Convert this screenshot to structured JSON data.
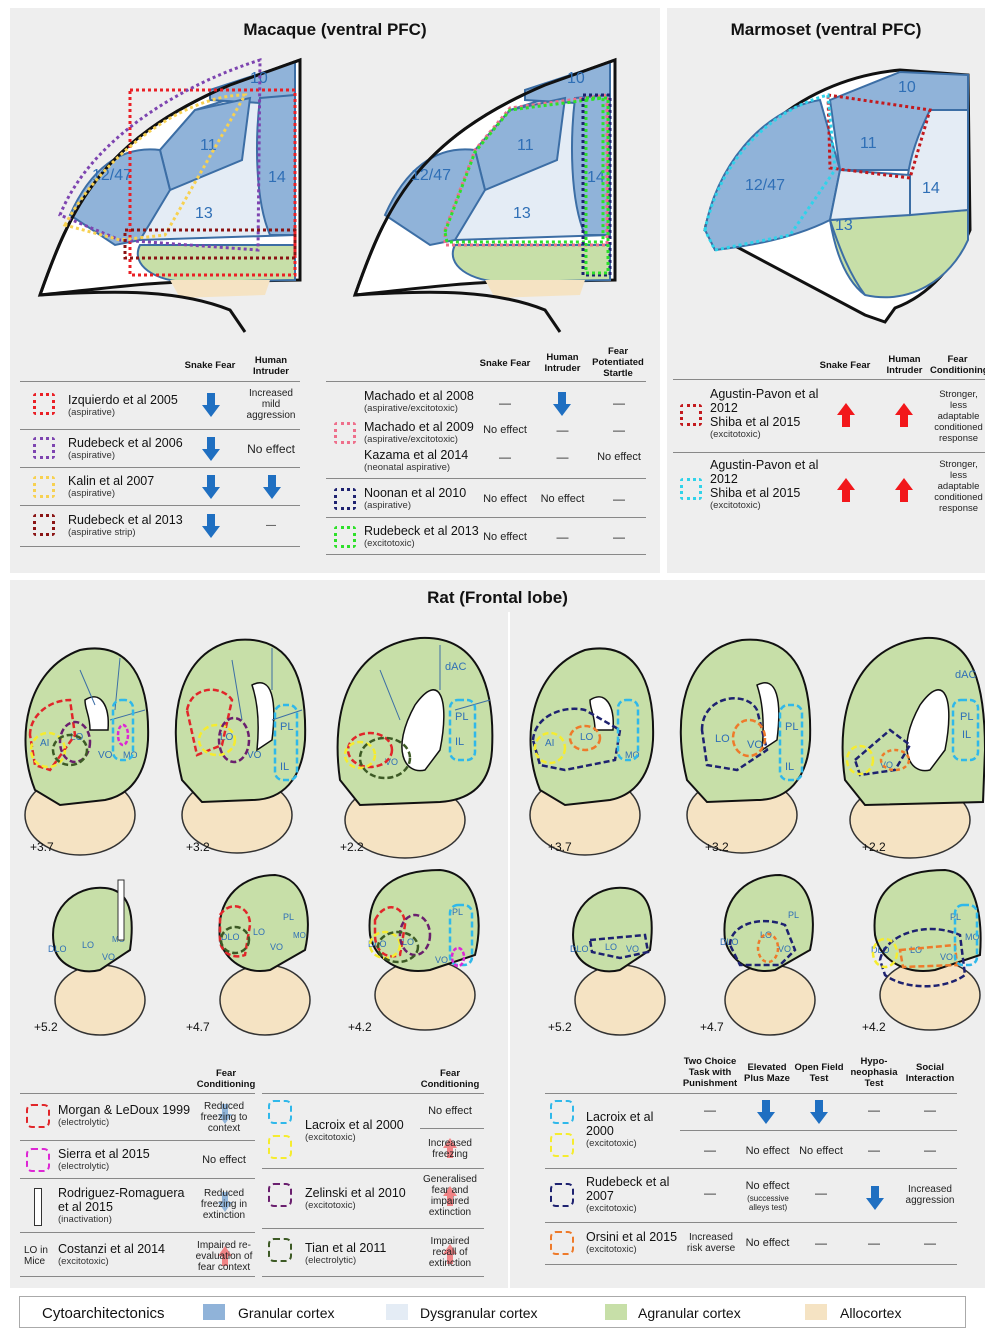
{
  "colors": {
    "granular": "#90b3d9",
    "dysgranular": "#e4ecf5",
    "agranular": "#c7dfa8",
    "allocortex": "#f5e3c3",
    "arrow_down": "#1f6fc1",
    "arrow_up": "#f2171b"
  },
  "macaque": {
    "title": "Macaque (ventral PFC)",
    "areas": [
      "10",
      "11",
      "12/47",
      "13",
      "14"
    ],
    "table1": {
      "headers": [
        "Snake Fear",
        "Human Intruder"
      ],
      "rows": [
        {
          "color": "#ea1f25",
          "author": "Izquierdo et al 2005",
          "method": "(aspirative)",
          "snake": "down",
          "intruder": "Increased mild aggression"
        },
        {
          "color": "#7d44b0",
          "author": "Rudebeck et al 2006",
          "method": "(aspirative)",
          "snake": "down",
          "intruder": "No effect"
        },
        {
          "color": "#f7d151",
          "author": "Kalin et al 2007",
          "method": "(aspirative)",
          "snake": "down",
          "intruder": "down"
        },
        {
          "color": "#8a1414",
          "author": "Rudebeck et al 2013",
          "method": "(aspirative strip)",
          "snake": "down",
          "intruder": "—"
        }
      ]
    },
    "table2": {
      "headers": [
        "Snake Fear",
        "Human Intruder",
        "Fear Potentiated Startle"
      ],
      "rows": [
        {
          "color": "#ee6f8b",
          "items": [
            {
              "author": "Machado et al 2008",
              "method": "(aspirative/excitotoxic)",
              "snake": "—",
              "intruder": "down",
              "startle": "—"
            },
            {
              "author": "Machado et al 2009",
              "method": "(aspirative/excitotoxic)",
              "snake": "No effect",
              "intruder": "—",
              "startle": "—"
            },
            {
              "author": "Kazama et al 2014",
              "method": "(neonatal aspirative)",
              "snake": "—",
              "intruder": "—",
              "startle": "No effect"
            }
          ]
        },
        {
          "color": "#1e2270",
          "author": "Noonan et al 2010",
          "method": "(aspirative)",
          "snake": "No effect",
          "intruder": "No effect",
          "startle": "—"
        },
        {
          "color": "#2ee02a",
          "author": "Rudebeck et al 2013",
          "method": "(excitotoxic)",
          "snake": "No effect",
          "intruder": "—",
          "startle": "—"
        }
      ]
    }
  },
  "marmoset": {
    "title": "Marmoset (ventral PFC)",
    "areas": [
      "10",
      "11",
      "12/47",
      "13",
      "14"
    ],
    "headers": [
      "Snake Fear",
      "Human Intruder",
      "Fear Conditioning"
    ],
    "rows": [
      {
        "color": "#c3191d",
        "author1": "Agustin-Pavon et al",
        "author2": "2012",
        "author3": "Shiba et al 2015",
        "method": "(excitotoxic)",
        "snake": "up",
        "intruder": "up",
        "fear": "Stronger, less adaptable conditioned response"
      },
      {
        "color": "#2fd3ea",
        "author1": "Agustin-Pavon et al",
        "author2": "2012",
        "author3": "Shiba et al 2015",
        "method": "(excitotoxic)",
        "snake": "up",
        "intruder": "up",
        "fear": "Stronger, less adaptable conditioned response"
      }
    ]
  },
  "rat": {
    "title": "Rat (Frontal lobe)",
    "sections_top": [
      "+3.7",
      "+3.2",
      "+2.2"
    ],
    "sections_bottom": [
      "+5.2",
      "+4.7",
      "+4.2"
    ],
    "region_labels": {
      "AI": "AI",
      "LO": "LO",
      "VO": "VO",
      "MO": "MO",
      "PL": "PL",
      "IL": "IL",
      "dAC": "dAC",
      "DLO": "DLO"
    },
    "left_table": {
      "header": "Fear Conditioning",
      "col1": [
        {
          "color": "#e1262a",
          "author": "Morgan & LeDoux 1999",
          "method": "(electrolytic)",
          "effect": "Reduced freezing to context",
          "arrow": "down"
        },
        {
          "color": "#dd27d4",
          "author": "Sierra et al 2015",
          "method": "(electrolytic)",
          "effect": "No effect",
          "arrow": ""
        },
        {
          "color": "#ffffff",
          "author": "Rodriguez-Romaguera et al 2015",
          "method": "(inactivation)",
          "effect": "Reduced freezing in extinction",
          "arrow": "down"
        },
        {
          "color": "",
          "prefix": "LO in Mice",
          "author": "Costanzi et al 2014",
          "method": "(excitotoxic)",
          "effect": "Impaired re-evaluation of fear context",
          "arrow": "up"
        }
      ],
      "col2": [
        {
          "color": "#2fb8ea",
          "author": "Lacroix et al 2000",
          "method": "(excitotoxic)",
          "effect": "No effect",
          "arrow": ""
        },
        {
          "color": "#f5ec2f",
          "author": "",
          "method": "",
          "effect": "Increased freezing",
          "arrow": "up"
        },
        {
          "color": "#6a1f6e",
          "author": "Zelinski et al 2010",
          "method": "(excitotoxic)",
          "effect": "Generalised fear and impaired extinction",
          "arrow": "up"
        },
        {
          "color": "#3d5a25",
          "author": "Tian et al 2011",
          "method": "(electrolytic)",
          "effect": "Impaired recall of extinction",
          "arrow": "up"
        }
      ]
    },
    "right_table": {
      "headers": [
        "Two Choice Task with Punishment",
        "Elevated Plus Maze",
        "Open Field Test",
        "Hypo-neophasia Test",
        "Social Interaction"
      ],
      "rows": [
        {
          "color": "#2fb8ea",
          "author": "Lacroix et al 2000",
          "method": "(excitotoxic)",
          "cells": [
            "—",
            "down",
            "down",
            "—",
            "—"
          ]
        },
        {
          "color": "#f5ec2f",
          "author": "",
          "method": "",
          "cells": [
            "—",
            "No effect",
            "No effect",
            "—",
            "—"
          ]
        },
        {
          "color": "#1e2270",
          "author": "Rudebeck et al 2007",
          "method": "(excitotoxic)",
          "cells": [
            "—",
            "No effect",
            "—",
            "down",
            "Increased aggression"
          ],
          "note": "(successive alleys test)"
        },
        {
          "color": "#ee7a2a",
          "author": "Orsini et al 2015",
          "method": "(excitotoxic)",
          "cells": [
            "Increased risk averse",
            "No effect",
            "—",
            "—",
            "—"
          ]
        }
      ]
    }
  },
  "legend": {
    "title": "Cytoarchitectonics",
    "items": [
      "Granular cortex",
      "Dysgranular cortex",
      "Agranular cortex",
      "Allocortex"
    ]
  }
}
